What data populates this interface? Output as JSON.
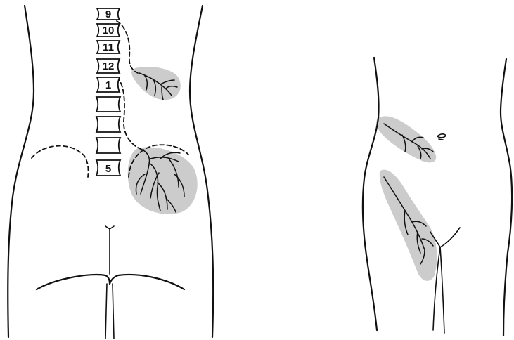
{
  "colors": {
    "line": "#111111",
    "referred_pain_zone": "#cccccc",
    "background": "#ffffff"
  },
  "back_view": {
    "vertebra_labels": [
      "9",
      "10",
      "11",
      "12",
      "1",
      "",
      "",
      "",
      "5"
    ]
  },
  "front_view": {
    "icons": [
      "navel-icon"
    ]
  }
}
